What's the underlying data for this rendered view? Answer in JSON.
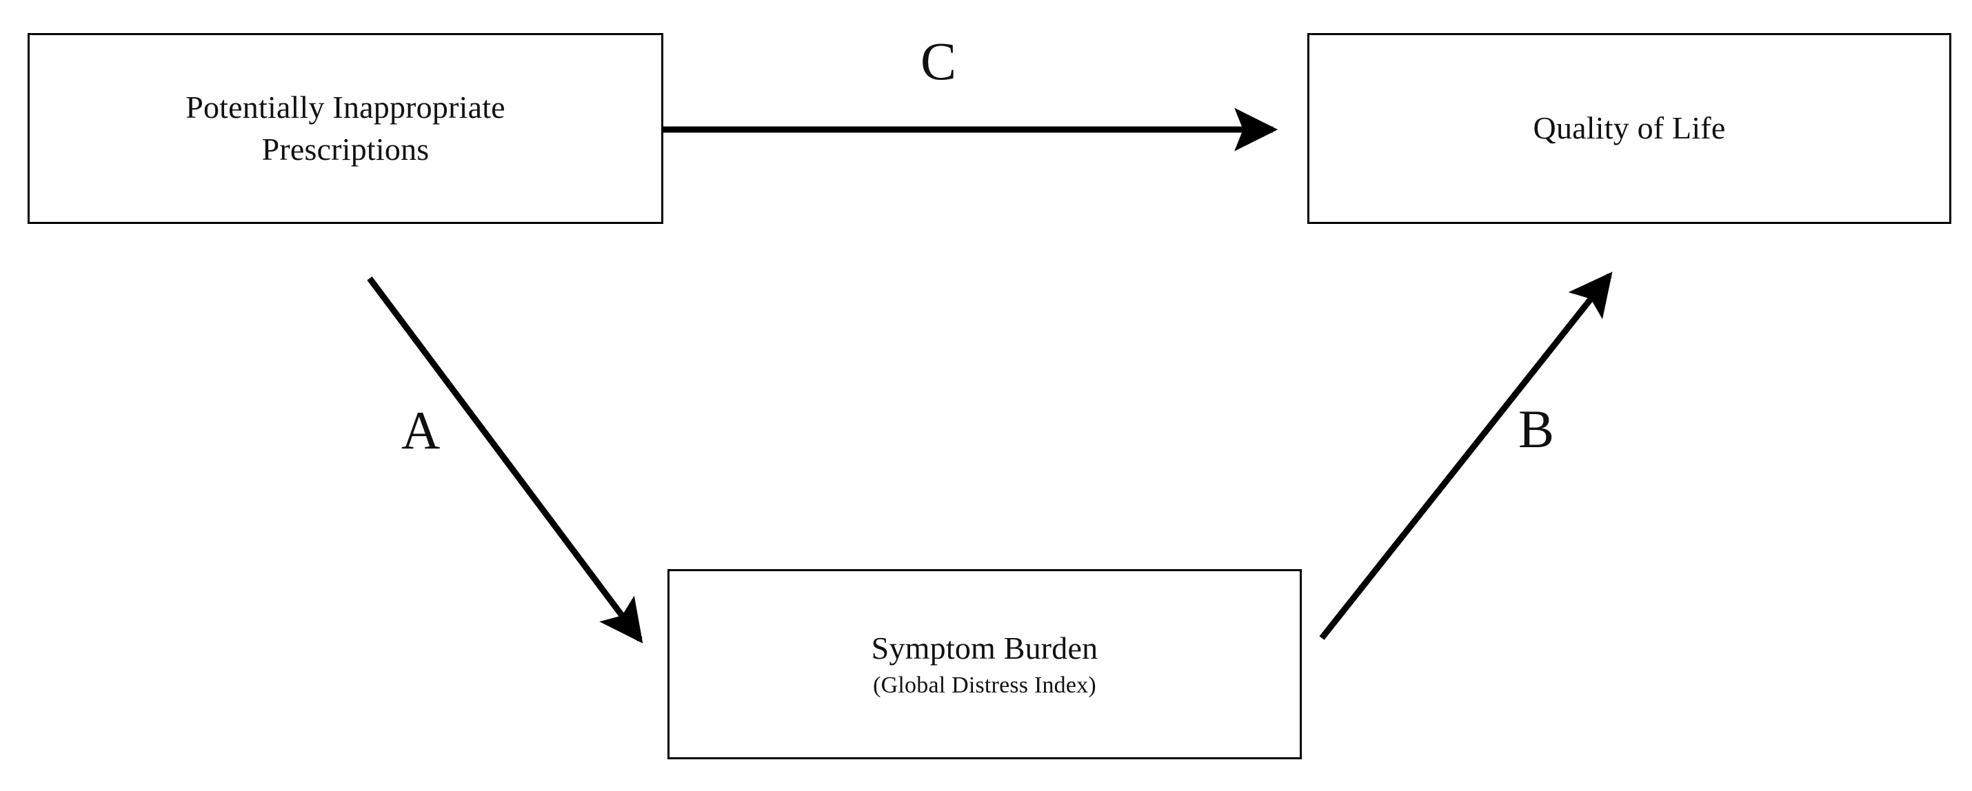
{
  "diagram": {
    "type": "mediation-model",
    "background_color": "#ffffff",
    "line_color": "#000000",
    "text_color": "#111111",
    "nodes": [
      {
        "id": "predictor",
        "primary": "Potentially Inappropriate\nPrescriptions",
        "secondary": ""
      },
      {
        "id": "outcome",
        "primary": "Quality of Life",
        "secondary": ""
      },
      {
        "id": "mediator",
        "primary": "Symptom Burden",
        "secondary": "(Global Distress Index)"
      }
    ],
    "edges": [
      {
        "id": "path-c",
        "label": "C",
        "from": "predictor",
        "to": "outcome",
        "direction": "horizontal-right"
      },
      {
        "id": "path-a",
        "label": "A",
        "from": "predictor",
        "to": "mediator",
        "direction": "diagonal-down-right"
      },
      {
        "id": "path-b",
        "label": "B",
        "from": "mediator",
        "to": "outcome",
        "direction": "diagonal-up-right"
      }
    ]
  }
}
